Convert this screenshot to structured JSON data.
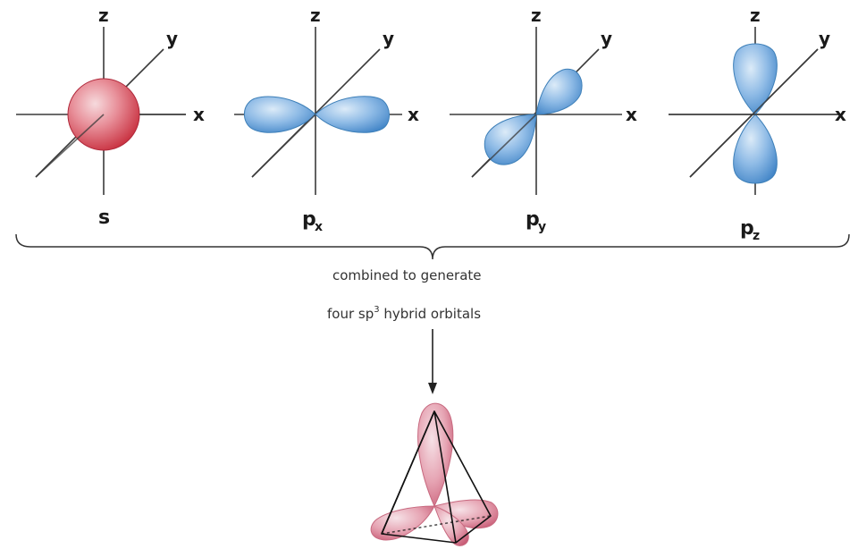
{
  "orbitals": [
    {
      "id": "s",
      "label": "s",
      "sub": ""
    },
    {
      "id": "px",
      "label": "p",
      "sub": "x"
    },
    {
      "id": "py",
      "label": "p",
      "sub": "y"
    },
    {
      "id": "pz",
      "label": "p",
      "sub": "z"
    }
  ],
  "axes": {
    "x": "x",
    "y": "y",
    "z": "z"
  },
  "caption": {
    "line1": "combined to generate",
    "line2_prefix": "four sp",
    "line2_sup": "3",
    "line2_suffix": " hybrid orbitals"
  },
  "colors": {
    "s_orbital": "#e0505f",
    "p_orbital": "#5b9ad6",
    "hybrid": "#d97a90",
    "axis": "#3a3a3a"
  }
}
